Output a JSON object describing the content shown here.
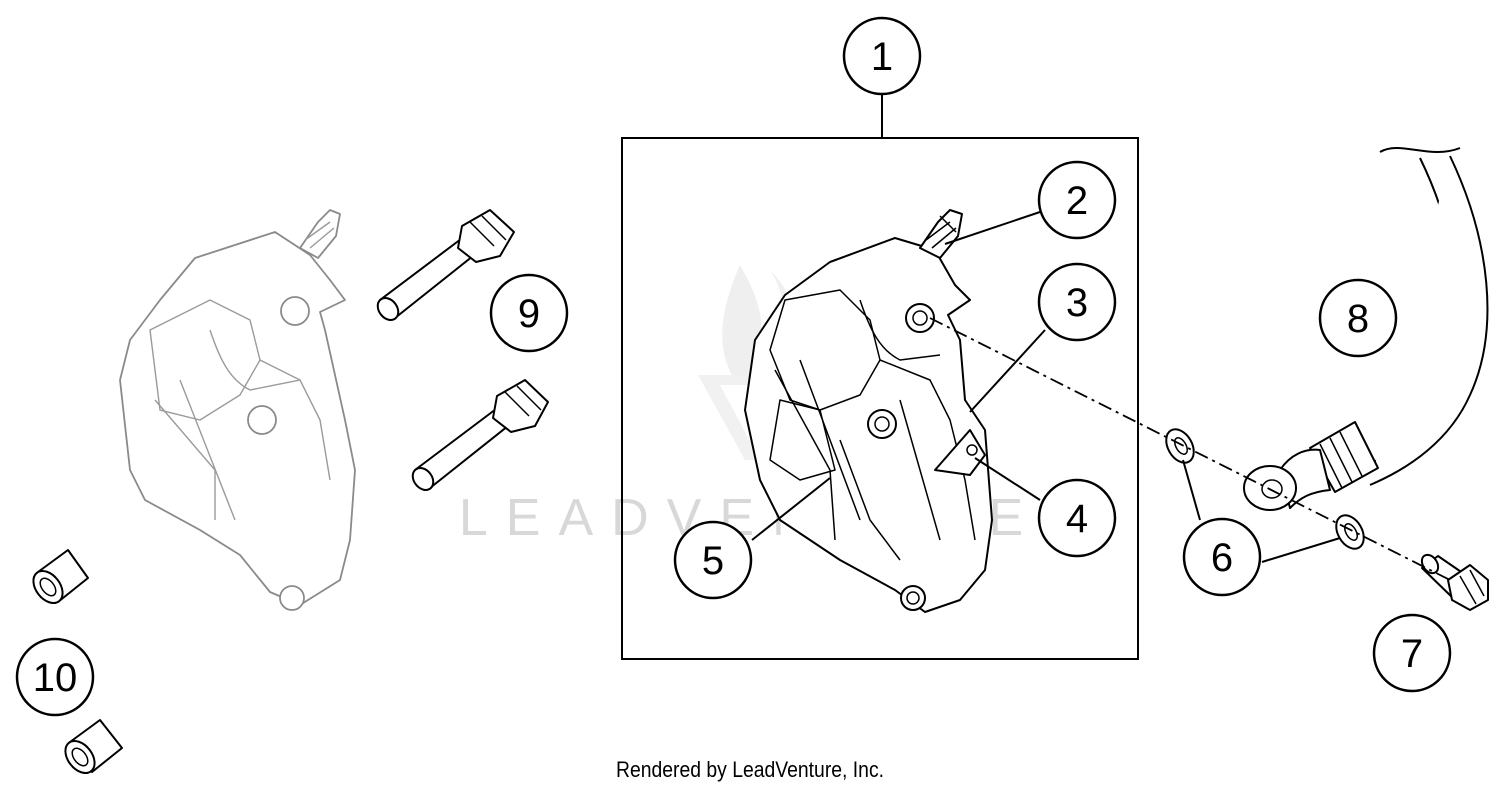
{
  "callouts": [
    "1",
    "2",
    "3",
    "4",
    "5",
    "6",
    "7",
    "8",
    "9",
    "10"
  ],
  "watermark": "LEADVENTURE",
  "footer_text": "Rendered by LeadVenture, Inc.",
  "colors": {
    "line": "#000000",
    "faded_part": "#8a8a8a",
    "watermark": "#d8d8d8",
    "background": "#ffffff"
  }
}
